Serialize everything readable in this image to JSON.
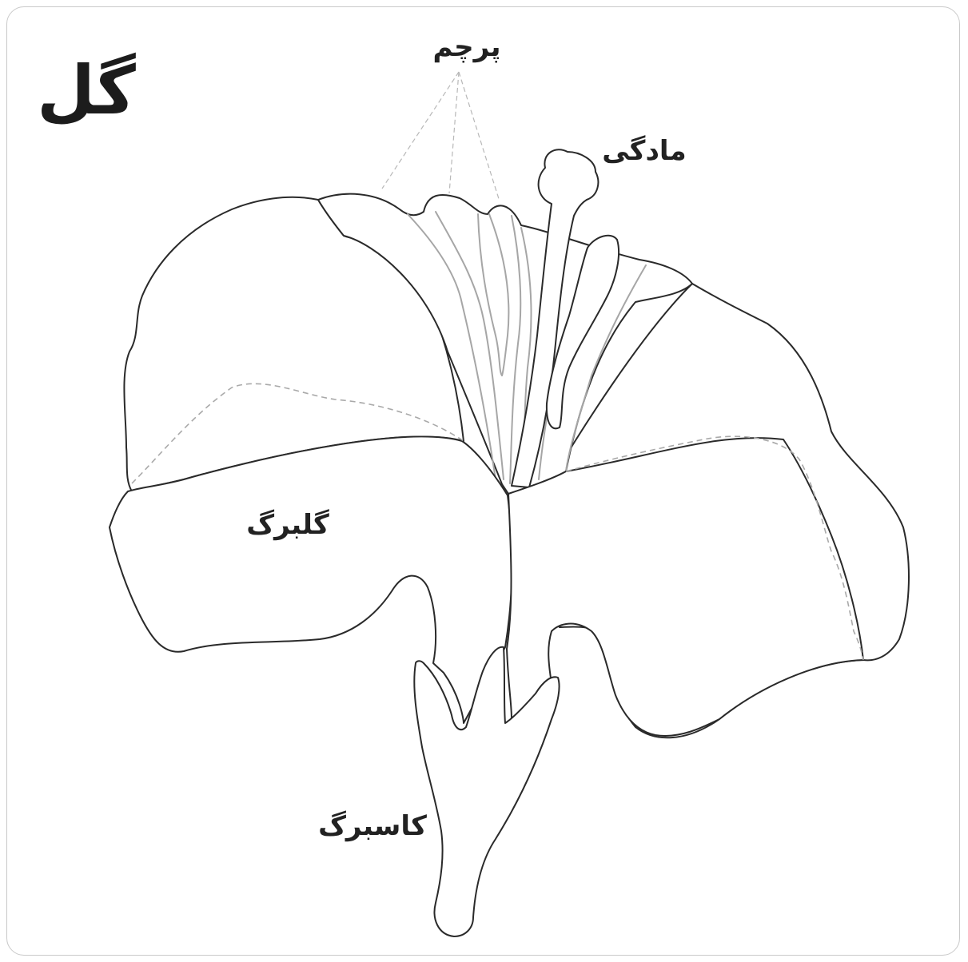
{
  "title": "گل",
  "labels": {
    "stamen": "پرچم",
    "pistil": "مادگی",
    "petal": "گلبرگ",
    "sepal": "کاسبرگ"
  }
}
